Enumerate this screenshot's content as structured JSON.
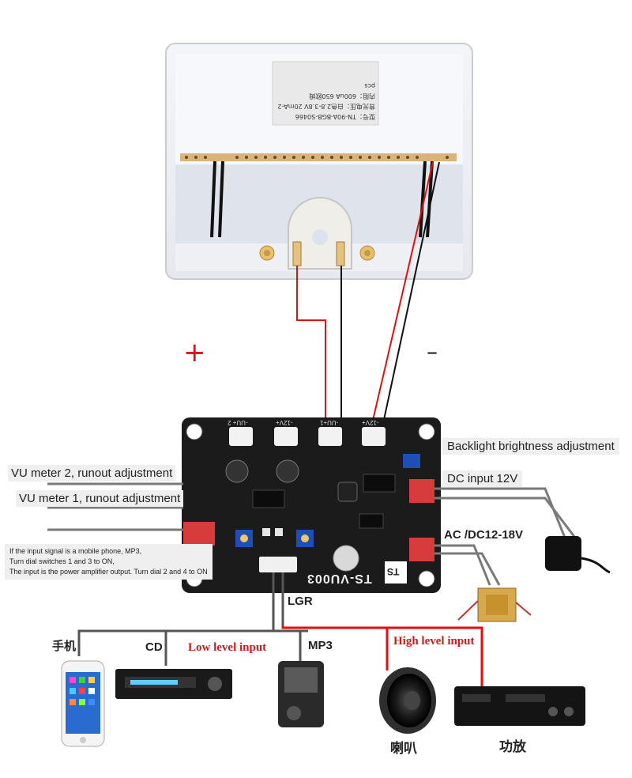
{
  "meter": {
    "sticker_lines": [
      "型号：TN-90A-BGB-S0466",
      "背光电压：白色2.8-3.8V 20mA-2",
      "内阻：600uA 650欧姆",
      "pcs"
    ]
  },
  "polarity": {
    "plus": "+",
    "minus": "–"
  },
  "board": {
    "model": "TS-VU003",
    "header_labels": [
      "-UU+ 2",
      "-12V+",
      "-UU+1",
      "-12V+"
    ],
    "logo": "TS"
  },
  "annotations": {
    "backlight": "Backlight brightness adjustment",
    "vu2": "VU meter 2, runout adjustment",
    "vu1": "VU meter 1, runout adjustment",
    "dc_input": "DC input 12V",
    "ac_input": "AC /DC12-18V",
    "dip_note": [
      "If the input signal is a mobile phone, MP3,",
      "Turn dial switches 1 and 3 to ON,",
      "The input is the power amplifier output. Turn dial 2 and 4 to ON"
    ],
    "lgr": "LGR",
    "low_level": "Low level input",
    "high_level": "High level input"
  },
  "devices": {
    "phone": "手机",
    "cd": "CD",
    "mp3": "MP3",
    "speaker": "喇叭",
    "amplifier": "功放"
  },
  "colors": {
    "wire_red": "#e01010",
    "wire_black": "#111111",
    "wire_gray": "#7a7a7a",
    "board": "#1b1b1b",
    "accent_red": "#d21919"
  }
}
